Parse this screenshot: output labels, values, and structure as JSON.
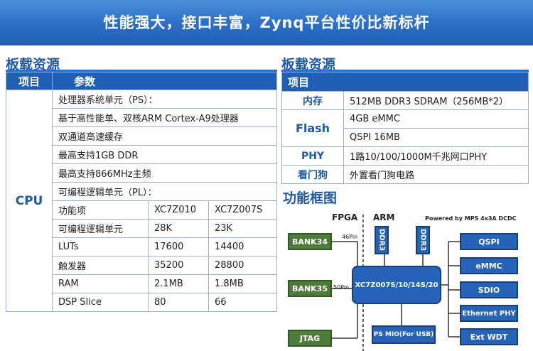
{
  "title": "性能强大，接口丰富，Zynq平台性价比新标杆",
  "left_section": {
    "heading": "板载资源",
    "col_item": "项目",
    "col_params": "参数",
    "cpu_label": "CPU",
    "rows": [
      "处理器系统单元（PS）：",
      "基于高性能单、双核ARM Cortex-A9处理器",
      "双通道高速缓存",
      "最高支持1GB DDR",
      "最高支持866MHz主频",
      "可编程逻辑单元（PL）："
    ],
    "sub_header": [
      "功能项",
      "XC7Z010",
      "XC7Z007S"
    ],
    "sub_rows": [
      [
        "可编程逻辑单元",
        "28K",
        "23K"
      ],
      [
        "LUTs",
        "17600",
        "14400"
      ],
      [
        "触发器",
        "35200",
        "28800"
      ],
      [
        "RAM",
        "2.1MB",
        "1.8MB"
      ],
      [
        "DSP Slice",
        "80",
        "66"
      ]
    ]
  },
  "right_section": {
    "heading": "板载资源",
    "col_item": "项目",
    "rows": [
      {
        "item": "内存",
        "values": [
          "512MB DDR3 SDRAM（256MB*2）"
        ]
      },
      {
        "item": "Flash",
        "values": [
          "4GB eMMC",
          "QSPI 16MB"
        ]
      },
      {
        "item": "PHY",
        "values": [
          "1路10/100/1000M千兆网口PHY"
        ]
      },
      {
        "item": "看门狗",
        "values": [
          "外置看门狗电路"
        ]
      }
    ]
  },
  "diagram": {
    "heading": "功能框图",
    "fpga_label": "FPGA",
    "arm_label": "ARM",
    "power_note": "Powered by MPS 4x3A DCDC",
    "bank34": "BANK34",
    "bank35": "BANK35",
    "jtag": "JTAG",
    "pin46": "46Pin",
    "pin50": "50Pin",
    "ddr1": "DDR3",
    "ddr2": "DDR3",
    "soc": "XC7Z007S/10/14S/20",
    "psmio": "PS MIO(For USB)",
    "peripherals": [
      "QSPI",
      "eMMC",
      "SDIO",
      "Ethernet PHY",
      "Ext WDT"
    ],
    "colors": {
      "green": "#4e7b39",
      "blue": "#2563b8"
    }
  }
}
